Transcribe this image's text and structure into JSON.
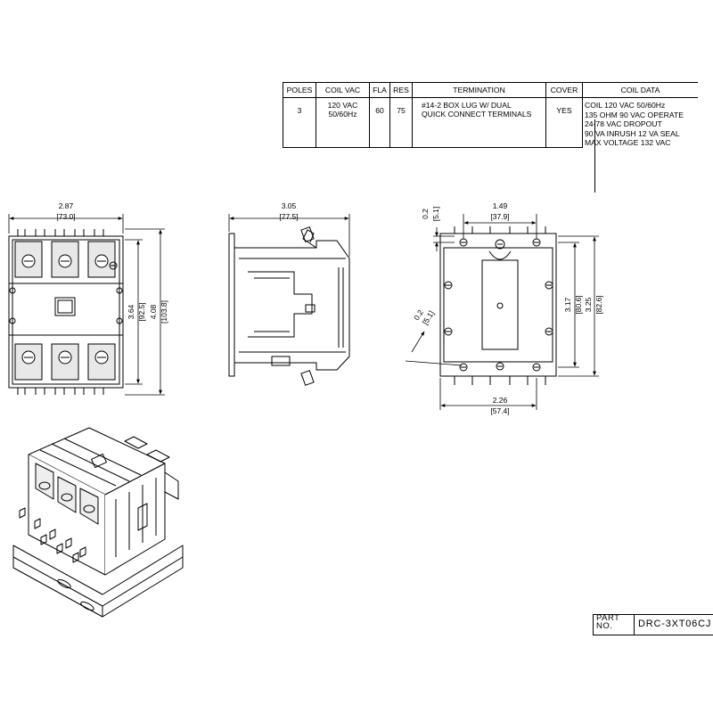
{
  "spec_table": {
    "headers": [
      "POLES",
      "COIL VAC",
      "FLA",
      "RES",
      "TERMINATION",
      "COVER",
      "COIL DATA"
    ],
    "row": {
      "poles": "3",
      "coil_vac": "120 VAC\n50/60Hz",
      "fla": "60",
      "res": "75",
      "termination": "#14-2 BOX LUG W/ DUAL\nQUICK CONNECT TERMINALS",
      "cover": "YES",
      "coil_data": "COIL 120 VAC 50/60Hz\n135 OHM 90 VAC OPERATE\n24-78 VAC DROPOUT\n90 VA INRUSH 12 VA SEAL\nMAX VOLTAGE 132 VAC"
    }
  },
  "dimensions": {
    "front_width": {
      "in": "2.87",
      "mm": "[73.0]"
    },
    "front_height_inner": {
      "in": "3.64",
      "mm": "[92.5]"
    },
    "front_height_outer": {
      "in": "4.08",
      "mm": "[103.8]"
    },
    "side_width": {
      "in": "3.05",
      "mm": "[77.5]"
    },
    "back_top_offset": {
      "in": "0.2",
      "mm": "[5.1]"
    },
    "back_top_span": {
      "in": "1.49",
      "mm": "[37.9]"
    },
    "back_left_offset": {
      "in": "0.2",
      "mm": "[5.1]"
    },
    "back_height_inner": {
      "in": "3.17",
      "mm": "[80.6]"
    },
    "back_height_outer": {
      "in": "3.25",
      "mm": "[82.6]"
    },
    "back_bottom_span": {
      "in": "2.26",
      "mm": "[57.4]"
    }
  },
  "part": {
    "label": "PART\nNO.",
    "number": "DRC-3XT06CJ"
  }
}
